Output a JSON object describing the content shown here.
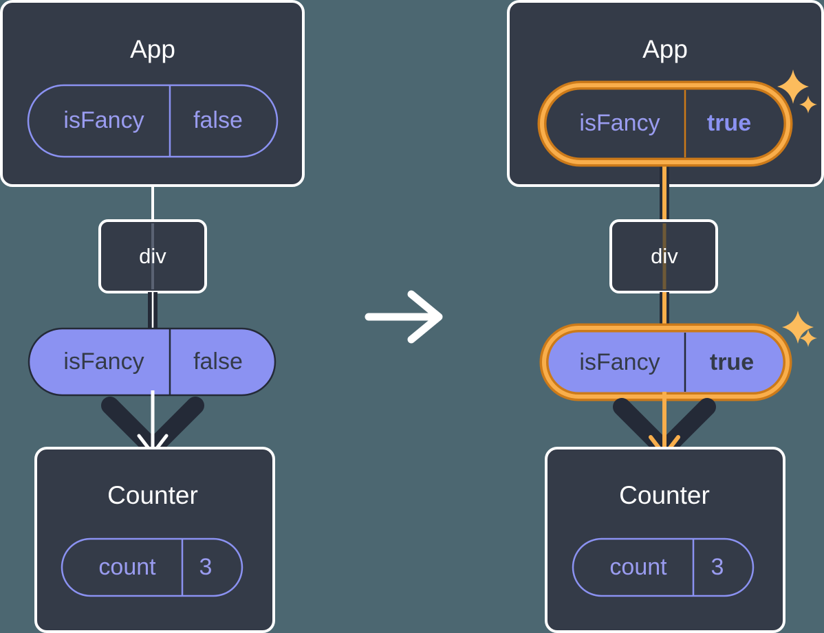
{
  "diagram": {
    "type": "react-state-propagation-diagram",
    "background_color": "#4c6771",
    "panel_color": "#343b48",
    "panel_border_color": "#ffffff",
    "pill_outline_color": "#8b92f2",
    "pill_fill_color": "#8b92f2",
    "highlight_outer_color": "#cc7a19",
    "highlight_inner_color": "#f9ae4b",
    "sparkle_color": "#fcbc5d",
    "arrow_dark_color": "#242a37",
    "transition_arrow_label": "arrow-right"
  },
  "before": {
    "app": {
      "title": "App",
      "state_pill": {
        "name": "isFancy",
        "value": "false",
        "highlighted": false
      }
    },
    "div": {
      "title": "div"
    },
    "prop_pill": {
      "name": "isFancy",
      "value": "false",
      "highlighted": false
    },
    "counter": {
      "title": "Counter",
      "state_pill": {
        "name": "count",
        "value": "3",
        "highlighted": false
      }
    }
  },
  "after": {
    "app": {
      "title": "App",
      "state_pill": {
        "name": "isFancy",
        "value": "true",
        "highlighted": true
      }
    },
    "div": {
      "title": "div"
    },
    "prop_pill": {
      "name": "isFancy",
      "value": "true",
      "highlighted": true
    },
    "counter": {
      "title": "Counter",
      "state_pill": {
        "name": "count",
        "value": "3",
        "highlighted": false
      }
    }
  }
}
